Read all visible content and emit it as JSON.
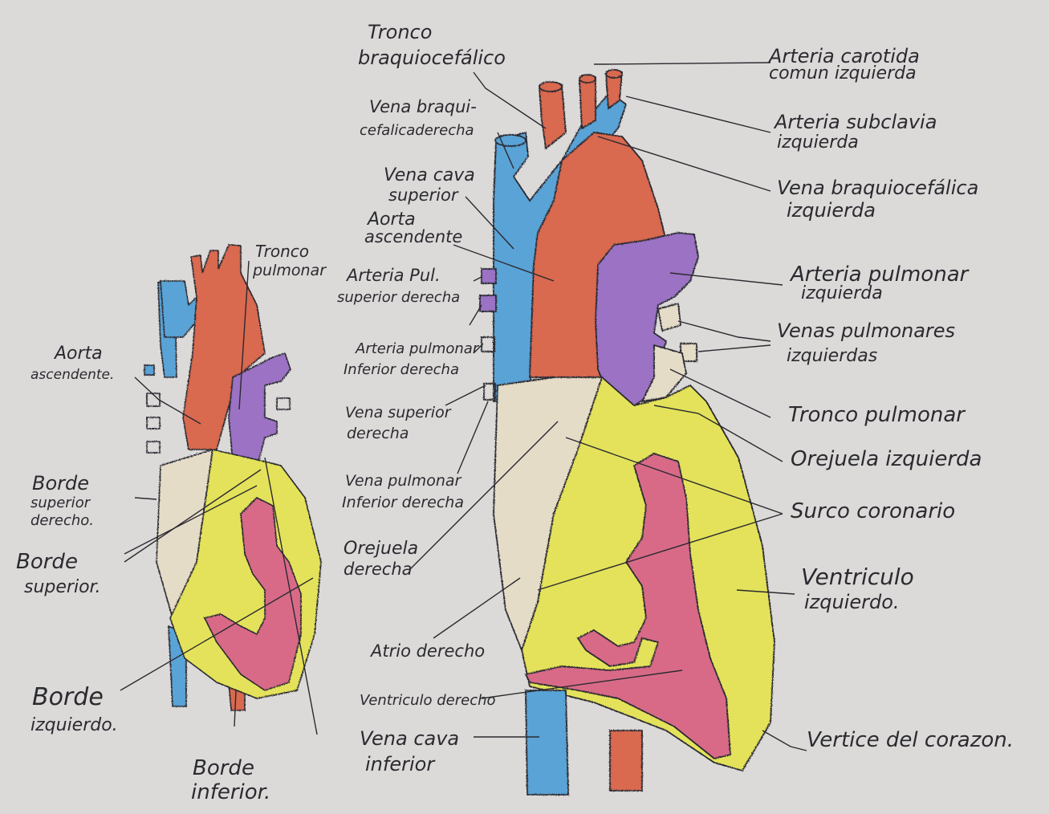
{
  "colors": {
    "paper": "#dcdad8",
    "ink": "#2a2a30",
    "artery_red": "#d9694f",
    "vein_blue": "#5aa3d6",
    "pulmonary_purple": "#9b72c4",
    "ventricle_yellow": "#e4e25a",
    "ventricle_pink": "#d86a88",
    "atrium_beige": "#e5dcc8"
  },
  "labels": {
    "tronco_braquiocefalico_1": "Tronco",
    "tronco_braquiocefalico_2": "braquiocefálico",
    "vena_braquiocefalica_derecha_1": "Vena braqui-",
    "vena_braquiocefalica_derecha_2": "cefalicaderecha",
    "vena_cava_superior_1": "Vena cava",
    "vena_cava_superior_2": "superior",
    "aorta_ascendente_right_1": "Aorta",
    "aorta_ascendente_right_2": "ascendente",
    "arteria_pul_superior_1": "Arteria Pul.",
    "arteria_pul_superior_2": "superior derecha",
    "arteria_pul_inferior_1": "Arteria pulmonar",
    "arteria_pul_inferior_2": "Inferior derecha",
    "vena_superior_derecha_1": "Vena superior",
    "vena_superior_derecha_2": "derecha",
    "vena_pulmonar_inferior_1": "Vena pulmonar",
    "vena_pulmonar_inferior_2": "Inferior derecha",
    "orejuela_derecha_1": "Orejuela",
    "orejuela_derecha_2": "derecha",
    "atrio_derecho": "Atrio derecho",
    "ventriculo_derecho": "Ventriculo derecho",
    "vena_cava_inferior_1": "Vena cava",
    "vena_cava_inferior_2": "inferior",
    "arteria_carotida_1": "Arteria carotida",
    "arteria_carotida_2": "comun izquierda",
    "arteria_subclavia_1": "Arteria subclavia",
    "arteria_subclavia_2": "izquierda",
    "vena_braquiocefalica_izq_1": "Vena braquiocefálica",
    "vena_braquiocefalica_izq_2": "izquierda",
    "arteria_pulmonar_izq_1": "Arteria pulmonar",
    "arteria_pulmonar_izq_2": "izquierda",
    "venas_pulmonares_izq_1": "Venas pulmonares",
    "venas_pulmonares_izq_2": "izquierdas",
    "tronco_pulmonar_right": "Tronco pulmonar",
    "orejuela_izquierda": "Orejuela izquierda",
    "surco_coronario": "Surco coronario",
    "ventriculo_izquierdo_1": "Ventriculo",
    "ventriculo_izquierdo_2": "izquierdo.",
    "vertice": "Vertice del corazon.",
    "tronco_pulmonar_left_1": "Tronco",
    "tronco_pulmonar_left_2": "pulmonar",
    "aorta_ascendente_left_1": "Aorta",
    "aorta_ascendente_left_2": "ascendente.",
    "borde_sup_derecho_1": "Borde",
    "borde_sup_derecho_2": "superior",
    "borde_sup_derecho_3": "derecho.",
    "borde_superior_1": "Borde",
    "borde_superior_2": "superior.",
    "borde_izquierdo_1": "Borde",
    "borde_izquierdo_2": "izquierdo.",
    "borde_inferior_1": "Borde",
    "borde_inferior_2": "inferior."
  }
}
